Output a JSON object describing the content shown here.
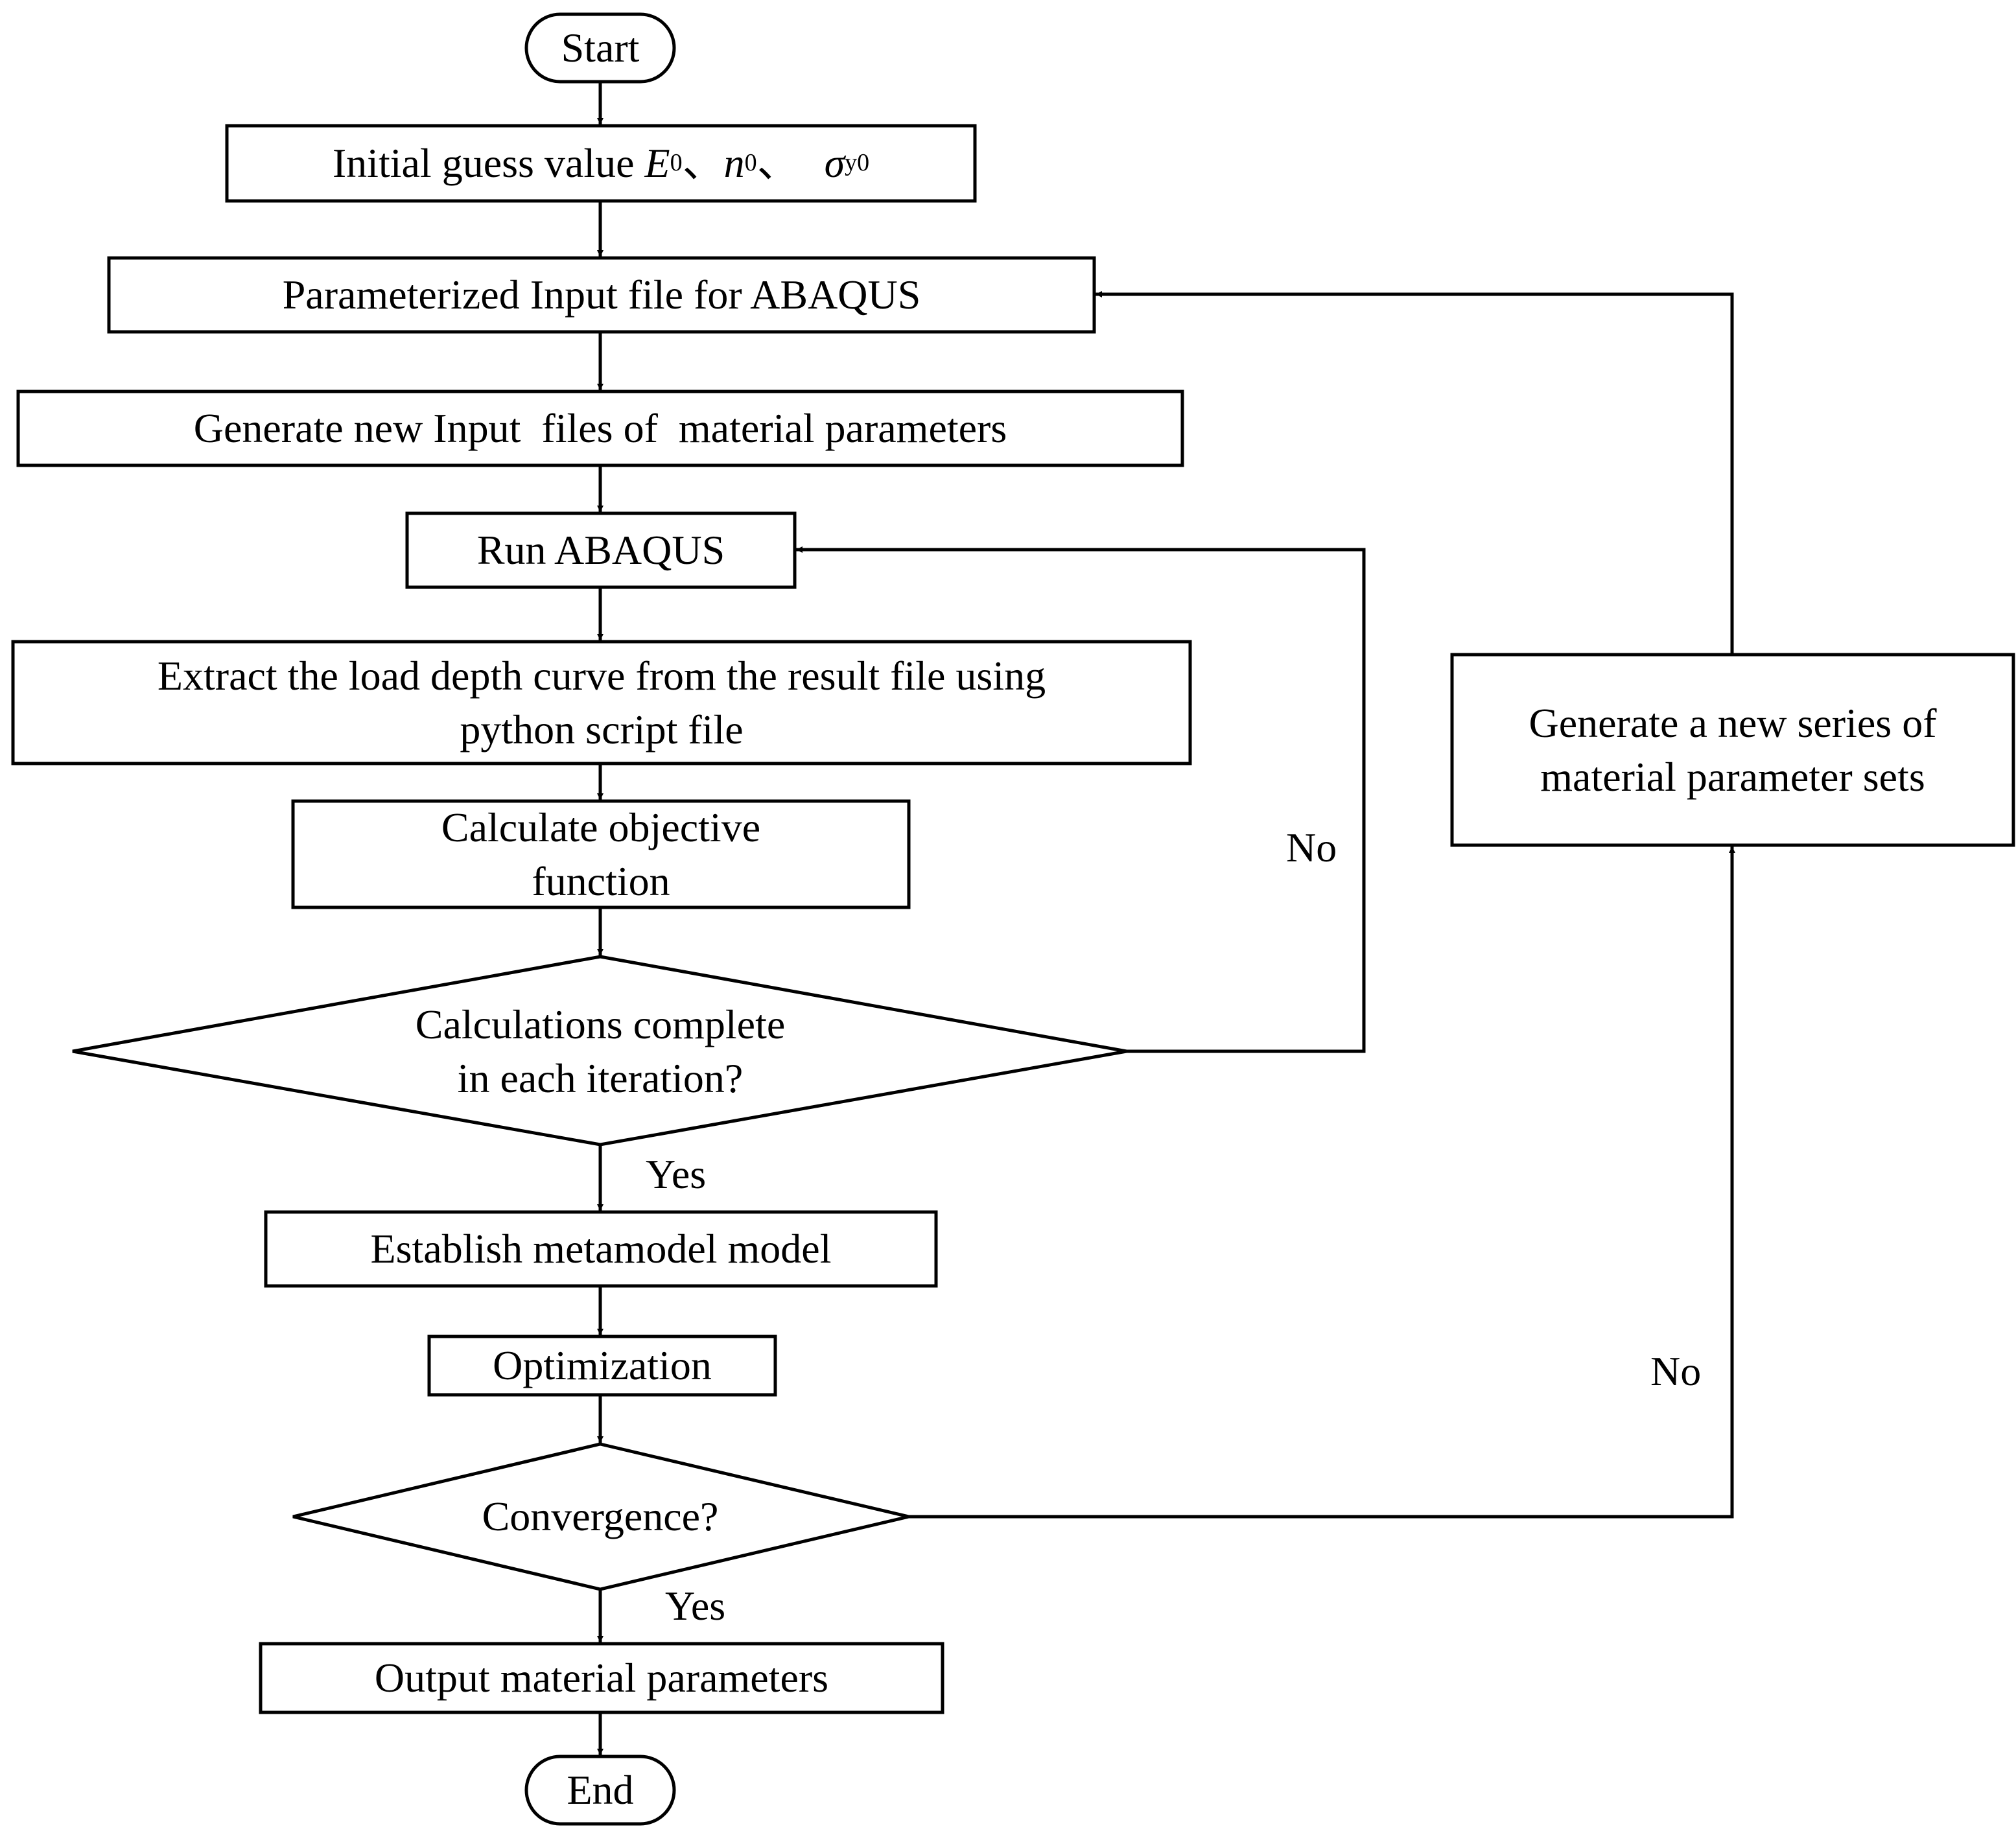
{
  "nodes": {
    "start": "Start",
    "initial": {
      "prefix": "Initial guess value ",
      "e_sym": "E",
      "e_sub": "0",
      "sep1": "、",
      "n_sym": "n",
      "n_sub": "0",
      "sep2": "、 ",
      "sigma_sym": "σ",
      "sigma_sub": "y0"
    },
    "param_input": "Parameterized Input file for ABAQUS",
    "generate_input": "Generate new Input  files of  material parameters",
    "run_abaqus": "Run ABAQUS",
    "extract": [
      "Extract the load depth curve from the result file using",
      "python script file"
    ],
    "objective": [
      "Calculate objective",
      "function"
    ],
    "calc_complete": [
      "Calculations complete",
      "in each iteration?"
    ],
    "metamodel": "Establish metamodel model",
    "optimization": "Optimization",
    "convergence": "Convergence?",
    "output": "Output material parameters",
    "end": "End",
    "new_series": [
      "Generate a new series of",
      "material parameter sets"
    ]
  },
  "edge_labels": {
    "yes_calc": "Yes",
    "no_calc": "No",
    "yes_conv": "Yes",
    "no_conv": "No"
  }
}
